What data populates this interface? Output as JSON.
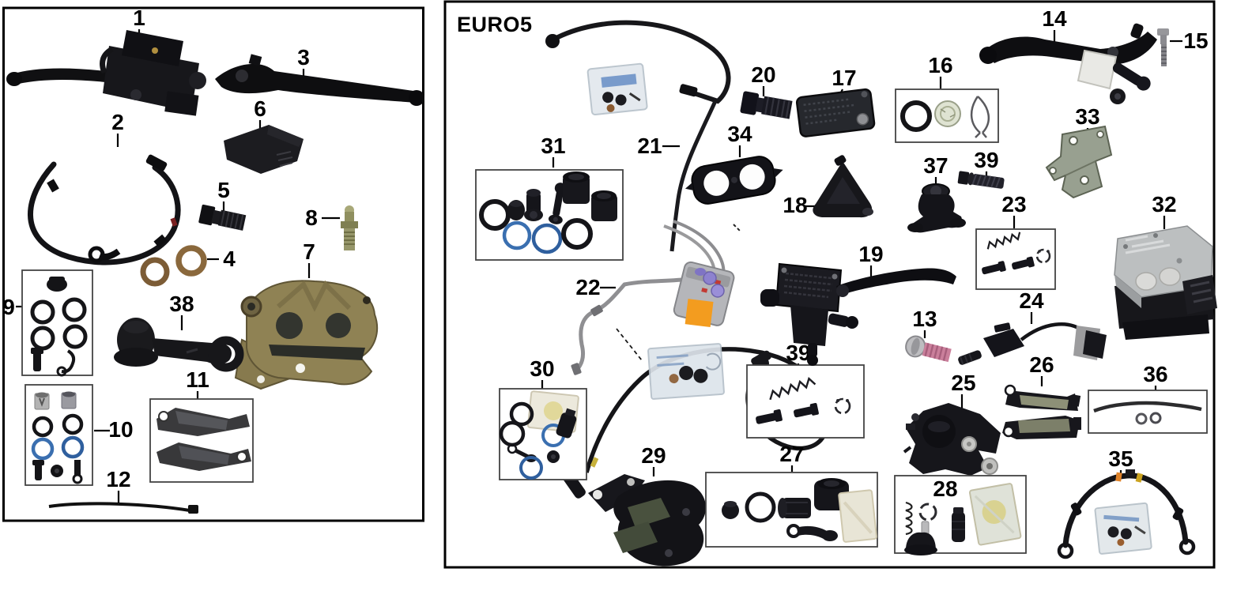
{
  "diagram": {
    "right_panel_title": "EURO5",
    "colors": {
      "panel_border": "#000000",
      "background": "#ffffff",
      "label_text": "#000000",
      "blue_oring": "#3a6fb0",
      "copper_washer": "#8a683c",
      "gold_caliper": "#8f8254",
      "pink_threadlock": "#ca7f9b",
      "orange_sticker": "#f39c1f",
      "silver_metal": "#bcbfc0",
      "brass_bleeder": "#96966a",
      "zinc_bracket": "#98a090",
      "pad_friction": "#70735f",
      "bag_tint": "#e2e7ea"
    }
  },
  "labels": {
    "p1": "1",
    "p2": "2",
    "p3": "3",
    "p4": "4",
    "p5": "5",
    "p6": "6",
    "p7": "7",
    "p8": "8",
    "p9": "9",
    "p10": "10",
    "p11": "11",
    "p12": "12",
    "p13": "13",
    "p14": "14",
    "p15": "15",
    "p16": "16",
    "p17": "17",
    "p18": "18",
    "p19": "19",
    "p20": "20",
    "p21": "21",
    "p22": "22",
    "p23": "23",
    "p24": "24",
    "p25": "25",
    "p26": "26",
    "p27": "27",
    "p28": "28",
    "p29": "29",
    "p30": "30",
    "p31": "31",
    "p32": "32",
    "p33": "33",
    "p34": "34",
    "p35": "35",
    "p36": "36",
    "p37": "37",
    "p38": "38",
    "p39": "39"
  }
}
